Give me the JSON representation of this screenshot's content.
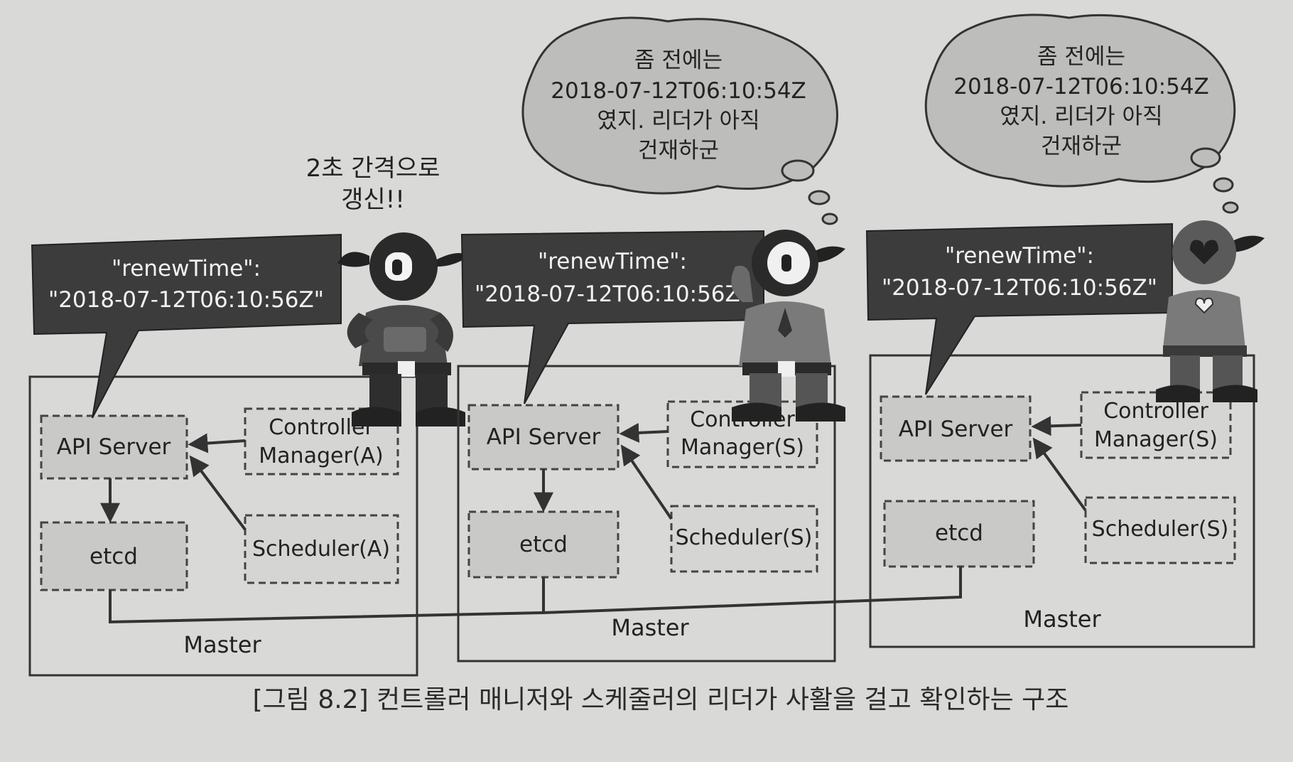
{
  "note": "2초 간격으로 갱신!!",
  "note_lines": [
    "2초 간격으로",
    "갱신!!"
  ],
  "caption": "[그림 8.2] 컨트롤러 매니저와 스케줄러의 리더가 사활을 걸고 확인하는 구조",
  "masters": [
    {
      "label": "Master",
      "bubble_lines": [
        "\"renewTime\":",
        "\"2018-07-12T06:10:56Z\""
      ],
      "api_server": "API Server",
      "etcd": "etcd",
      "controller_lines": [
        "Controller",
        "Manager(A)"
      ],
      "scheduler": "Scheduler(A)"
    },
    {
      "label": "Master",
      "bubble_lines": [
        "\"renewTime\":",
        "\"2018-07-12T06:10:56Z\""
      ],
      "thought_lines": [
        "좀 전에는",
        "2018-07-12T06:10:54Z",
        "였지. 리더가 아직",
        "건재하군"
      ],
      "api_server": "API Server",
      "etcd": "etcd",
      "controller_lines": [
        "Controller",
        "Manager(S)"
      ],
      "scheduler": "Scheduler(S)"
    },
    {
      "label": "Master",
      "bubble_lines": [
        "\"renewTime\":",
        "\"2018-07-12T06:10:56Z\""
      ],
      "thought_lines": [
        "좀 전에는",
        "2018-07-12T06:10:54Z",
        "였지. 리더가 아직",
        "건재하군"
      ],
      "api_server": "API Server",
      "etcd": "etcd",
      "controller_lines": [
        "Controller",
        "Manager(S)"
      ],
      "scheduler": "Scheduler(S)"
    }
  ],
  "colors": {
    "background": "#d9d9d7",
    "bubble_dark": "#3c3c3c",
    "thought_fill": "#b9b9b7",
    "component_fill": "#c9c9c7",
    "line": "#333333"
  },
  "icons": [
    "ninja-leader-icon",
    "ninja-standby-icon",
    "ninja-heart-icon"
  ]
}
